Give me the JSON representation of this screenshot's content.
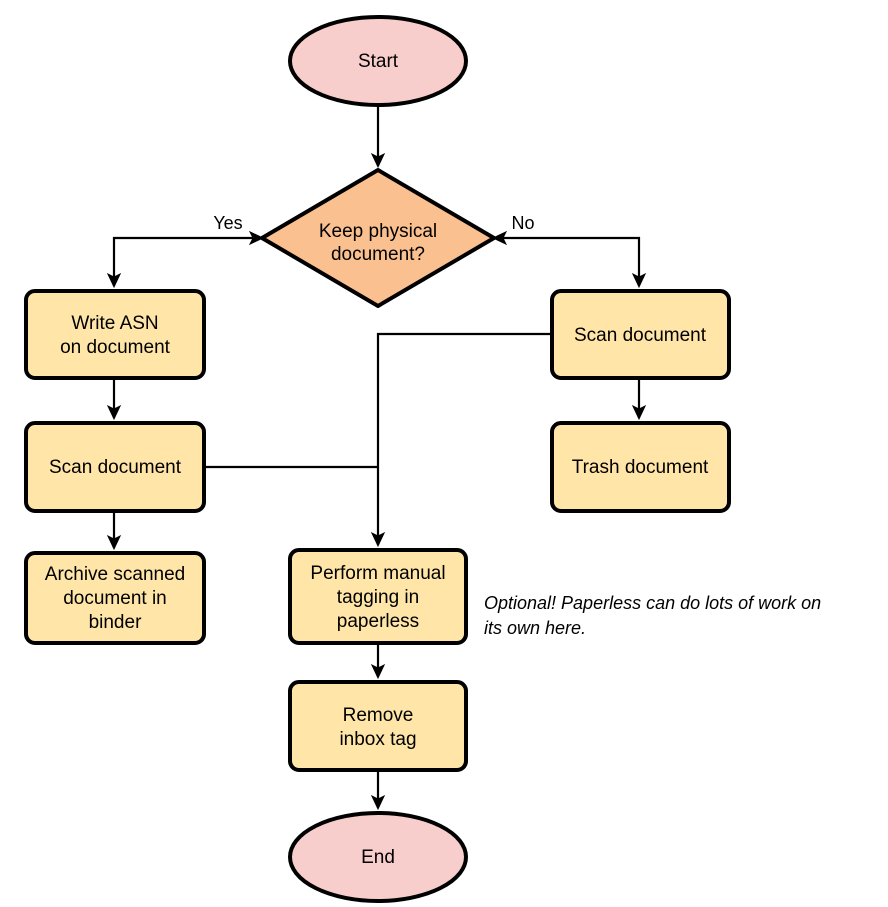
{
  "diagram": {
    "type": "flowchart",
    "title_text": "",
    "background": "#ffffff",
    "colors": {
      "terminator_fill": "#f8cecc",
      "decision_fill": "#fac090",
      "process_fill": "#ffe6a8",
      "stroke": "#000000",
      "text": "#000000"
    },
    "nodes": {
      "start": {
        "label": "Start",
        "shape": "ellipse"
      },
      "decision": {
        "label_line1": "Keep physical",
        "label_line2": "document?",
        "shape": "diamond"
      },
      "write_asn": {
        "label_line1": "Write ASN",
        "label_line2": "on document",
        "shape": "process"
      },
      "scan_left": {
        "label": "Scan document",
        "shape": "process"
      },
      "archive": {
        "label_line1": "Archive scanned",
        "label_line2": "document in",
        "label_line3": "binder",
        "shape": "process"
      },
      "scan_right": {
        "label": "Scan document",
        "shape": "process"
      },
      "trash": {
        "label": "Trash document",
        "shape": "process"
      },
      "manual_tagging": {
        "label_line1": "Perform manual",
        "label_line2": "tagging in",
        "label_line3": "paperless",
        "shape": "process"
      },
      "remove_inbox": {
        "label_line1": "Remove",
        "label_line2": "inbox tag",
        "shape": "process"
      },
      "end": {
        "label": "End",
        "shape": "ellipse"
      }
    },
    "edge_labels": {
      "yes": "Yes",
      "no": "No"
    },
    "note": {
      "line1": "Optional! Paperless can do lots of work on",
      "line2": "its own here."
    }
  }
}
